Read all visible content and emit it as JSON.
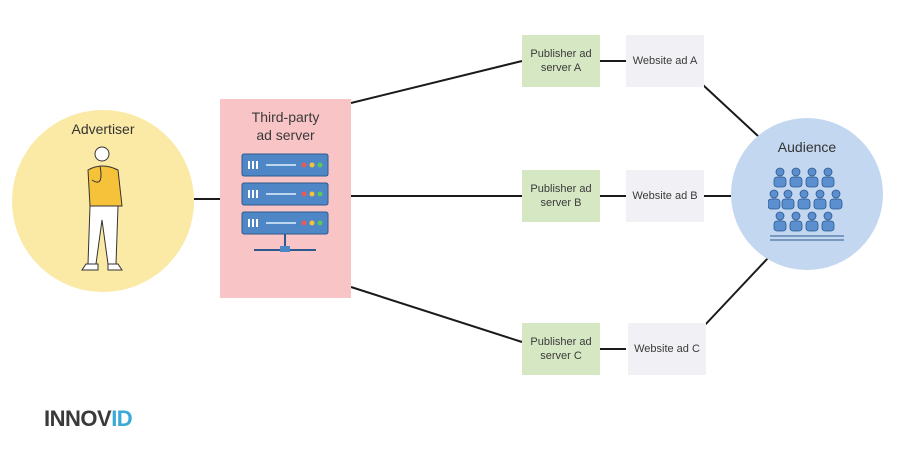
{
  "advertiser": {
    "label": "Advertiser"
  },
  "ad_server": {
    "label_line1": "Third-party",
    "label_line2": "ad server"
  },
  "publishers": [
    {
      "line1": "Publisher ad",
      "line2": "server A",
      "website": "Website ad A"
    },
    {
      "line1": "Publisher ad",
      "line2": "server B",
      "website": "Website ad B"
    },
    {
      "line1": "Publisher ad",
      "line2": "server C",
      "website": "Website ad C"
    }
  ],
  "audience": {
    "label": "Audience"
  },
  "logo": {
    "text_main": "INNOV",
    "text_accent": "ID"
  },
  "colors": {
    "advertiser": "#fbe9a6",
    "ad_server": "#f8c4c5",
    "publisher": "#d6e7c4",
    "website": "#f1f1f5",
    "audience": "#c3d7f0",
    "logo_accent": "#3aa9d8"
  }
}
